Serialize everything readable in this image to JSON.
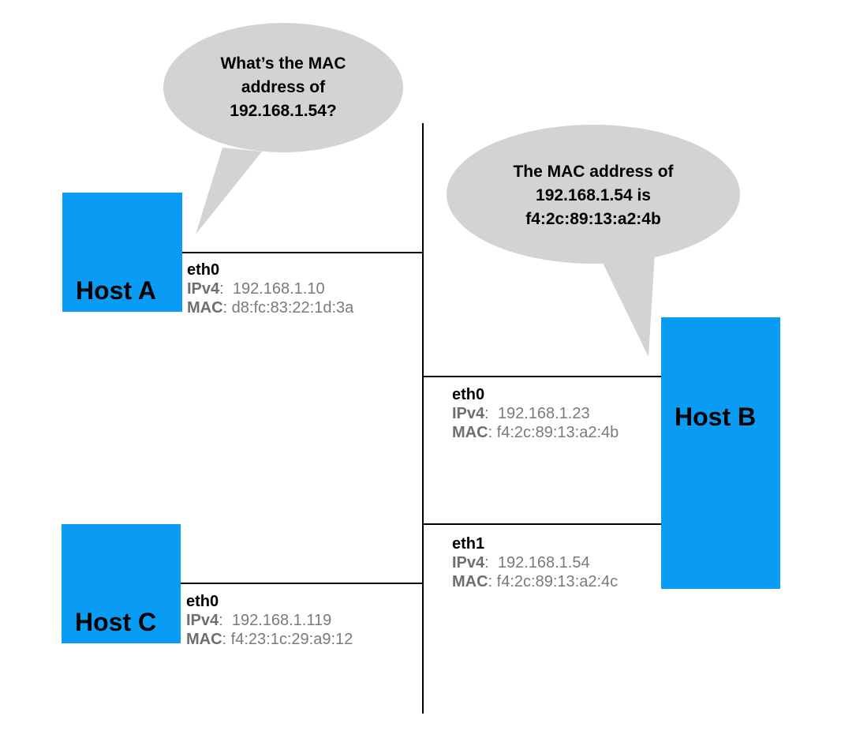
{
  "colors": {
    "host_fill": "#0a9cf5",
    "bubble_fill": "#d3d3d3",
    "line": "#000000"
  },
  "bubble_a": {
    "lines": [
      "What’s the MAC",
      "address of",
      "192.168.1.54?"
    ]
  },
  "bubble_b": {
    "lines": [
      "The MAC address of",
      "192.168.1.54 is",
      "f4:2c:89:13:a2:4b"
    ]
  },
  "hosts": {
    "a": {
      "label": "Host A",
      "ifaces": [
        {
          "name": "eth0",
          "ipv4_key": "IPv4",
          "ipv4": "192.168.1.10",
          "mac_key": "MAC",
          "mac": "d8:fc:83:22:1d:3a"
        }
      ]
    },
    "b": {
      "label": "Host B",
      "ifaces": [
        {
          "name": "eth0",
          "ipv4_key": "IPv4",
          "ipv4": "192.168.1.23",
          "mac_key": "MAC",
          "mac": "f4:2c:89:13:a2:4b"
        },
        {
          "name": "eth1",
          "ipv4_key": "IPv4",
          "ipv4": "192.168.1.54",
          "mac_key": "MAC",
          "mac": "f4:2c:89:13:a2:4c"
        }
      ]
    },
    "c": {
      "label": "Host C",
      "ifaces": [
        {
          "name": "eth0",
          "ipv4_key": "IPv4",
          "ipv4": "192.168.1.119",
          "mac_key": "MAC",
          "mac": "f4:23:1c:29:a9:12"
        }
      ]
    }
  }
}
